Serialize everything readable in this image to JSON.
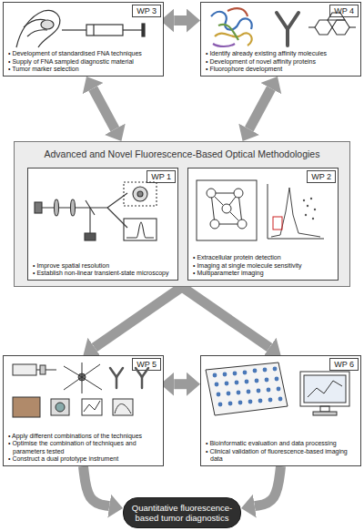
{
  "diagram": {
    "nodes": [
      {
        "text": [
          "WP 3",
          "• Development of standardised FNA techniques",
          "• Supply of FNA sampled diagnostic material",
          "• Tumor marker selection"
        ]
      },
      {
        "text": [
          "WP 4",
          "• Identify already existing affinity molecules",
          "• Development of novel affinity proteins",
          "• Fluorophore development"
        ]
      },
      {
        "text": [
          "Advanced and Novel Fluorescence-Based Optical Methodologies"
        ]
      },
      {
        "text": [
          "WP 1",
          "• Improve spatial resolution",
          "• Establish non-linear transient-state microscopy"
        ],
        "in": 2
      },
      {
        "text": [
          "WP 2",
          "• Extracellular protein detection",
          "• Imaging at single molecule sensitivity",
          "• Multiparameter imaging"
        ],
        "in": 2
      },
      {
        "text": [
          "WP 5",
          "• Apply different combinations of the techniques",
          "• Optimise the combination of techniques and parameters tested",
          "• Construct a dual prototype instrument"
        ]
      },
      {
        "text": [
          "WP 6",
          "• Bioinformatic evaluation and data processing",
          "• Clinical validation of fluorescence-based imaging data"
        ]
      },
      {
        "text": [
          "Quantitative fluorescence-based tumor diagnostics"
        ]
      }
    ],
    "edges": [
      {
        "from": 0,
        "to": 1,
        "arrow": "both"
      },
      {
        "from": 0,
        "to": 2,
        "arrow": "both"
      },
      {
        "from": 1,
        "to": 2,
        "arrow": "both"
      },
      {
        "from": 2,
        "to": 5,
        "arrow": "to"
      },
      {
        "from": 2,
        "to": 6,
        "arrow": "to"
      },
      {
        "from": 5,
        "to": 6,
        "arrow": "both"
      },
      {
        "from": 5,
        "to": 7,
        "arrow": "to"
      },
      {
        "from": 6,
        "to": 7,
        "arrow": "to"
      }
    ]
  }
}
